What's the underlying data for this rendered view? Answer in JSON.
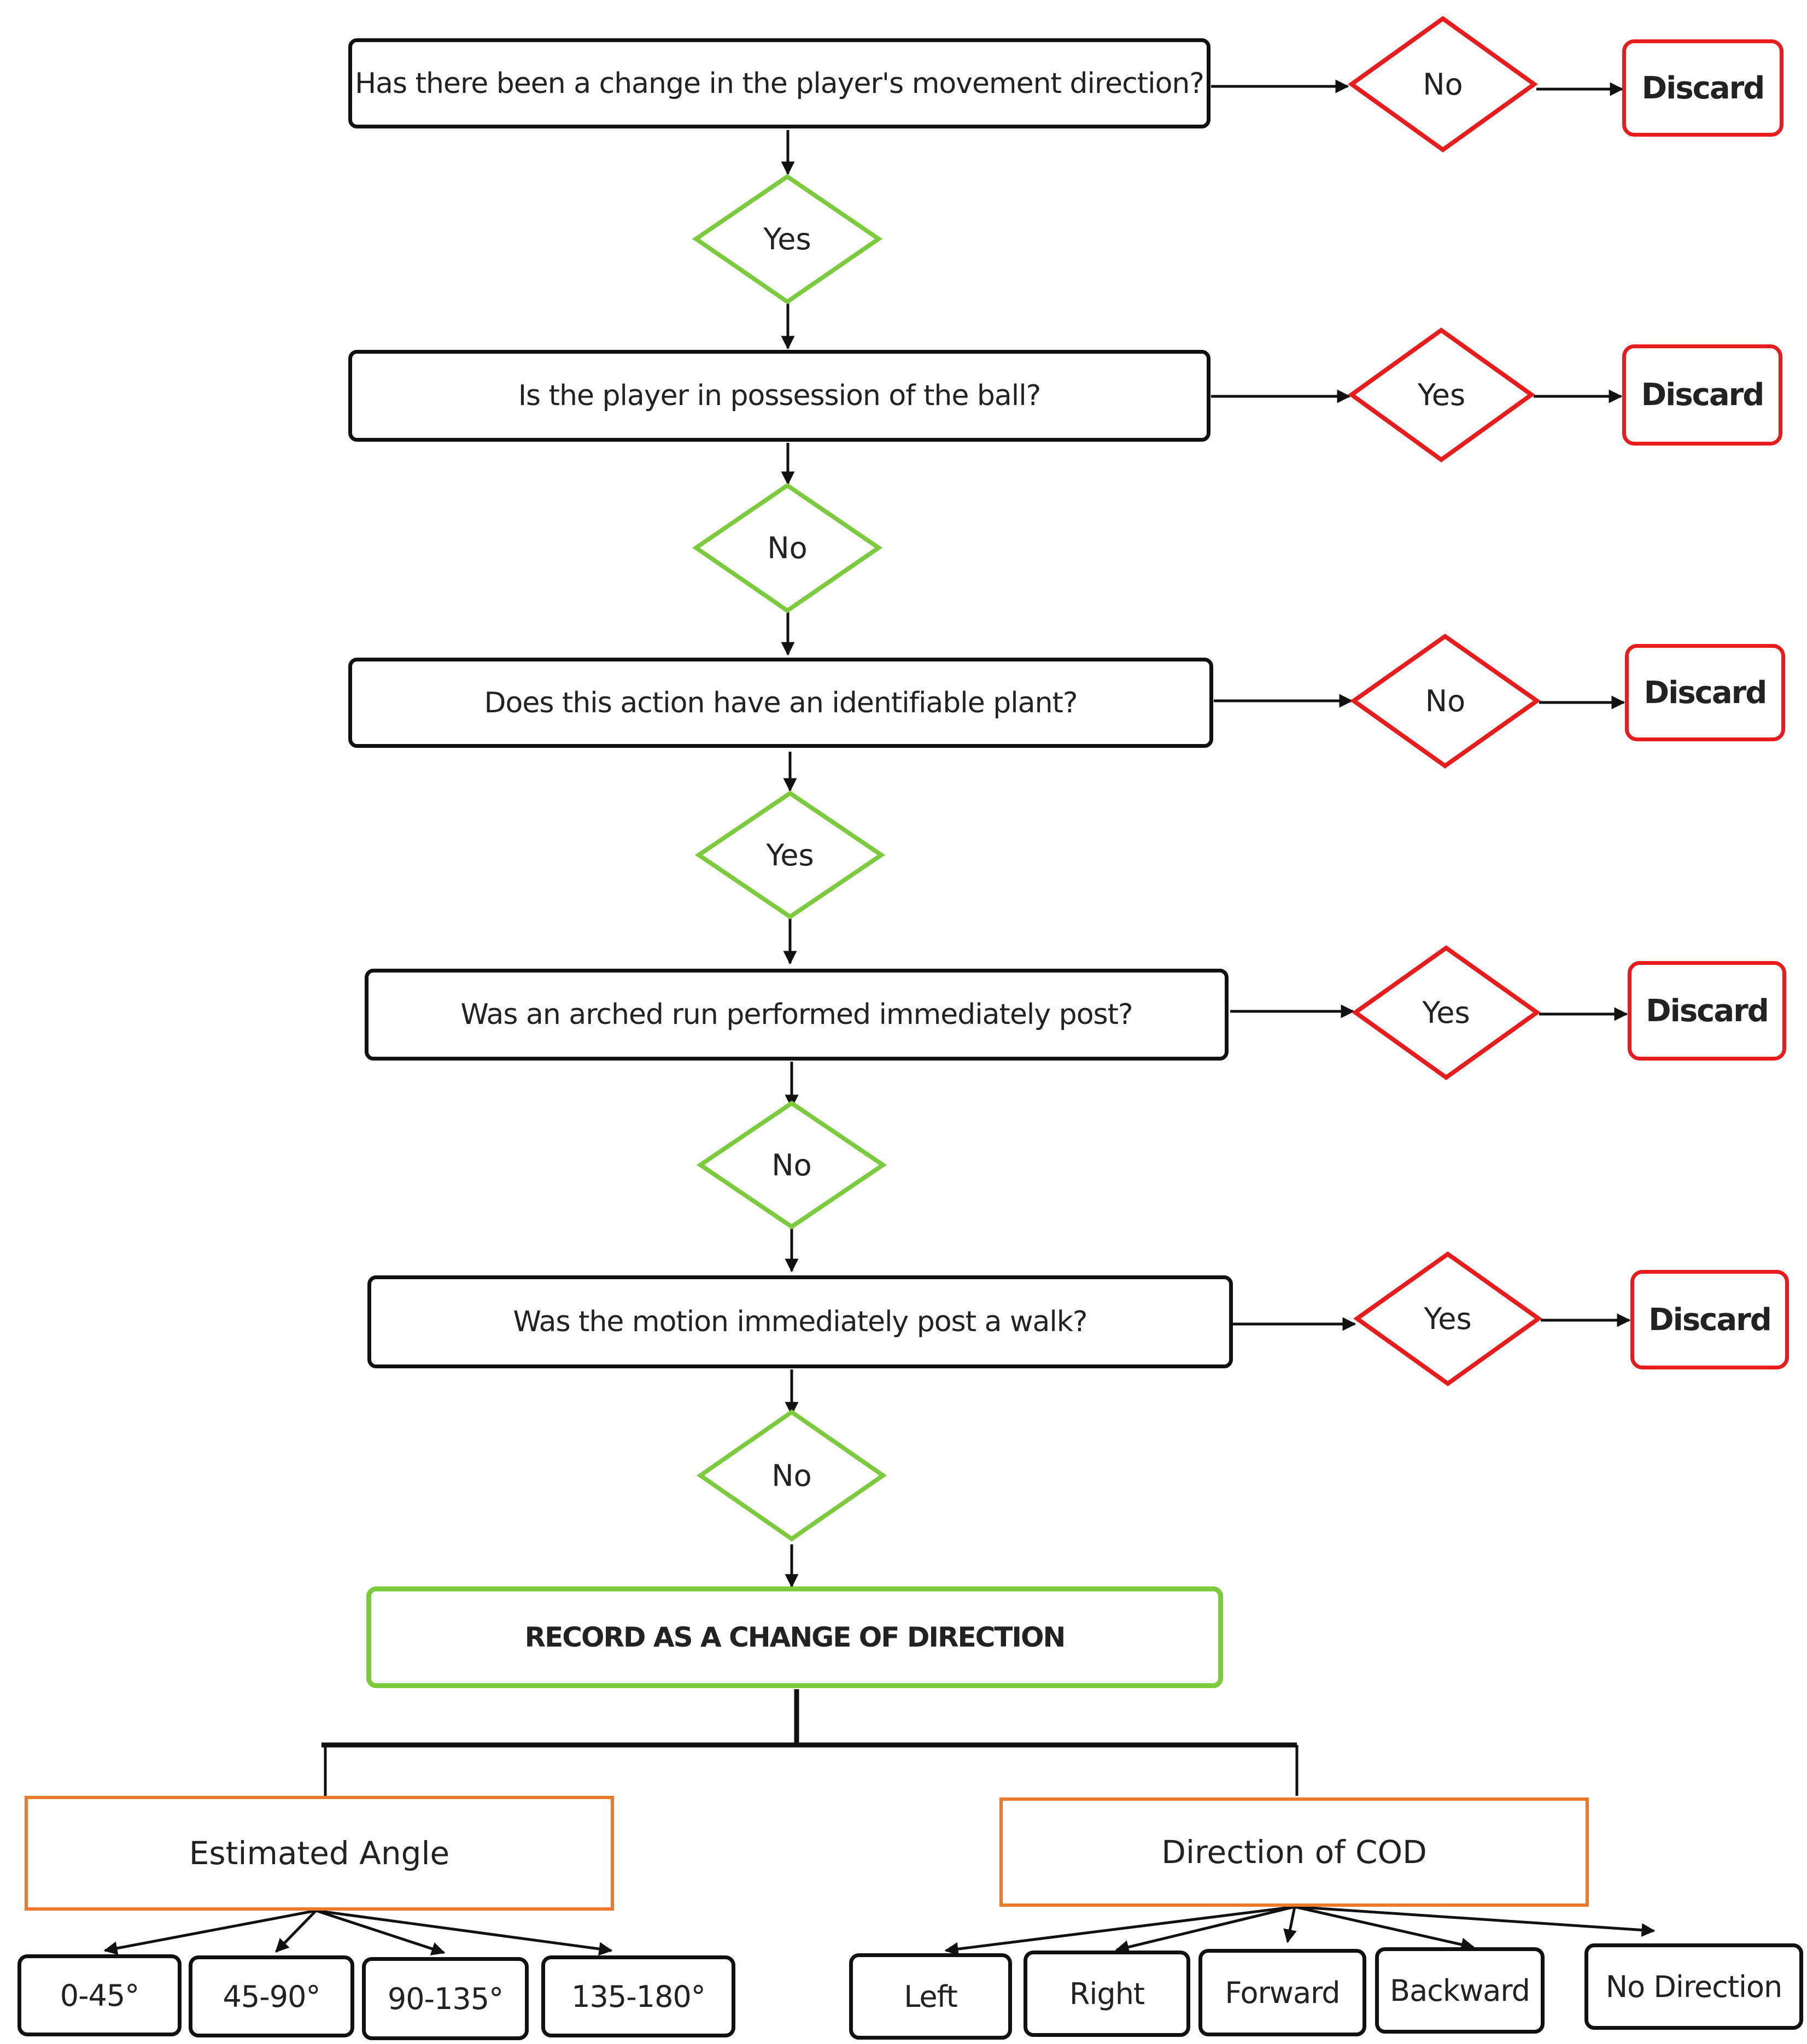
{
  "questions": [
    "Has there been a change in the player's movement direction?",
    "Is the player in possession of the ball?",
    "Does this action have an identifiable plant?",
    "Was an arched run performed immediately post?",
    "Was the motion immediately post a walk?"
  ],
  "continue_answers": [
    "Yes",
    "No",
    "Yes",
    "No",
    "No"
  ],
  "discard_answers": [
    "No",
    "Yes",
    "No",
    "Yes",
    "Yes"
  ],
  "discard_label": "Discard",
  "record_label": "RECORD AS A CHANGE OF DIRECTION",
  "angle_category": "Estimated Angle",
  "angle_options": [
    "0-45°",
    "45-90°",
    "90-135°",
    "135-180°"
  ],
  "direction_category": "Direction of COD",
  "direction_options": [
    "Left",
    "Right",
    "Forward",
    "Backward",
    "No Direction"
  ],
  "colors": {
    "question_border": "#111111",
    "continue_diamond": "#7ccb3f",
    "discard": "#e81c1c",
    "category_border": "#ec7a2c"
  }
}
